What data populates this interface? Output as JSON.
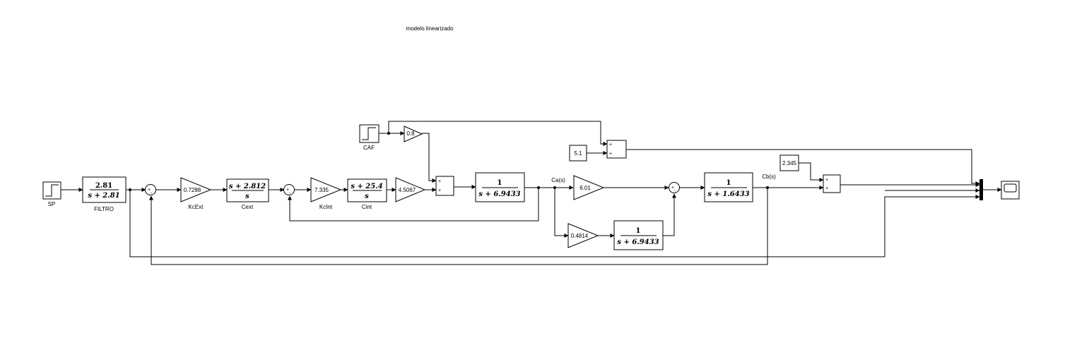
{
  "title": "modelo linearizado",
  "blocks": {
    "sp": {
      "label": "SP"
    },
    "filtro": {
      "num": "2.81",
      "den": "s + 2.81",
      "label": "FILTRO"
    },
    "kcext": {
      "value": "0.7288",
      "label": "KcExt"
    },
    "cext": {
      "num": "s + 2.812",
      "den": "s",
      "label": "Cext"
    },
    "kcint": {
      "value": "7.335",
      "label": "KcInt"
    },
    "cint": {
      "num": "s + 25.4",
      "den": "s",
      "label": "Cint"
    },
    "gain_45067": {
      "value": "4.5067"
    },
    "caf": {
      "label": "CAF"
    },
    "gain_08": {
      "value": "0.8"
    },
    "tf_ca": {
      "num": "1",
      "den": "s + 6.9433"
    },
    "ca_signal": {
      "label": "Ca(s)"
    },
    "gain_601": {
      "value": "6.01"
    },
    "gain_04814": {
      "value": "0.4814"
    },
    "tf_lower": {
      "num": "1",
      "den": "s + 6.9433"
    },
    "tf_cb": {
      "num": "1",
      "den": "s + 1.6433"
    },
    "cb_signal": {
      "label": "Cb(s)"
    },
    "const_51": {
      "value": "5.1"
    },
    "const_2345": {
      "value": "2.345"
    }
  },
  "signs": {
    "plus": "+",
    "minus": "-"
  }
}
